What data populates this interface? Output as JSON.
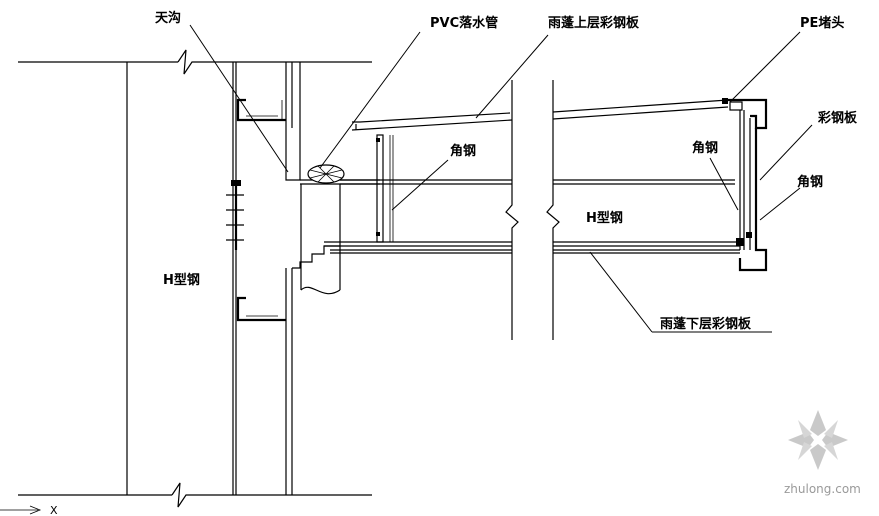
{
  "labels": {
    "gutter": "天沟",
    "pvc_pipe": "PVC落水管",
    "canopy_upper": "雨蓬上层彩钢板",
    "pe_cap": "PE堵头",
    "color_steel": "彩钢板",
    "angle_steel_left": "角钢",
    "angle_steel_right": "角钢",
    "angle_steel_far": "角钢",
    "h_steel_left": "H型钢",
    "h_steel_mid": "H型钢",
    "canopy_lower": "雨蓬下层彩钢板"
  },
  "axis": {
    "x_label": "X"
  },
  "watermark": {
    "text": "zhulong.com",
    "color": "#9a9a9a"
  }
}
